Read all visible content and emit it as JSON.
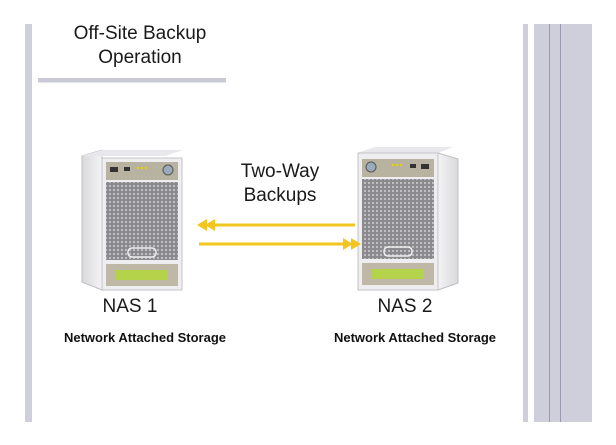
{
  "title": {
    "line1": "Off-Site Backup",
    "line2": "Operation"
  },
  "arrow_label": {
    "line1": "Two-Way",
    "line2": "Backups"
  },
  "devices": [
    {
      "name": "NAS 1",
      "description": "Network Attached Storage",
      "icon": "nas-device-icon"
    },
    {
      "name": "NAS 2",
      "description": "Network Attached Storage",
      "icon": "nas-device-icon"
    }
  ],
  "colors": {
    "arrow": "#f2c61f",
    "accent_bar": "#cfcedb",
    "text": "#1a1a1a"
  }
}
